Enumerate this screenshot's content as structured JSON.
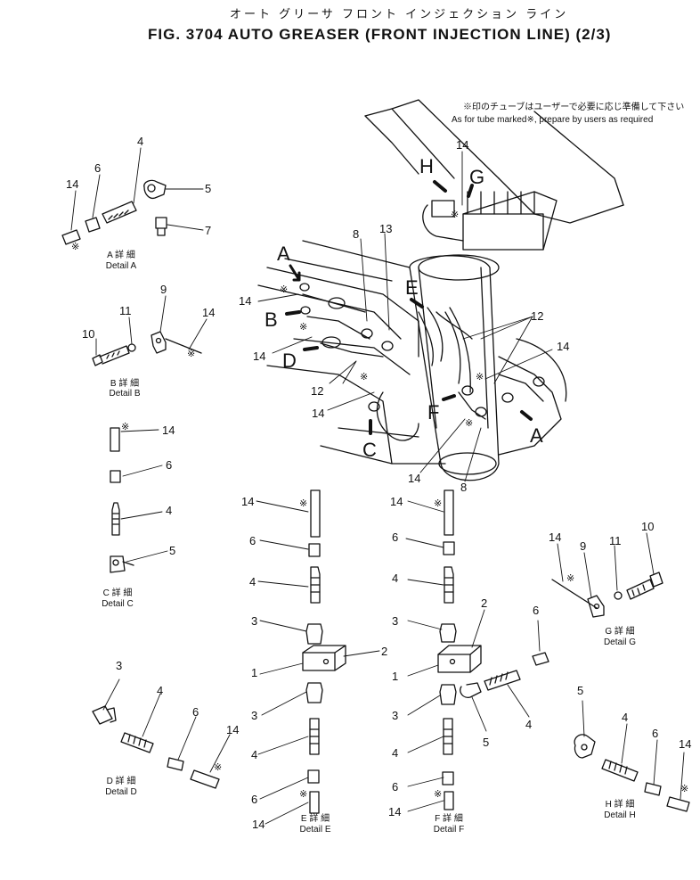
{
  "header": {
    "japanese_title": "オート グリーサ フロント インジェクション ライン",
    "title": "FIG. 3704  AUTO GREASER (FRONT INJECTION LINE) (2/3)"
  },
  "note": {
    "japanese": "※印のチューブはユーザーで必要に応じ準備して下さい",
    "english": "As for tube marked※, prepare by users as required"
  },
  "symbols": {
    "asterisk": "※"
  },
  "view_labels": [
    "A",
    "B",
    "C",
    "D",
    "E",
    "F",
    "G",
    "H",
    "A"
  ],
  "part_numbers": [
    "1",
    "2",
    "3",
    "4",
    "5",
    "6",
    "7",
    "8",
    "9",
    "10",
    "11",
    "12",
    "13",
    "14"
  ],
  "details": {
    "A": {
      "jp": "A 詳 細",
      "en": "Detail A"
    },
    "B": {
      "jp": "B 詳 細",
      "en": "Detail B"
    },
    "C": {
      "jp": "C 詳 細",
      "en": "Detail C"
    },
    "D": {
      "jp": "D 詳 細",
      "en": "Detail D"
    },
    "E": {
      "jp": "E 詳 細",
      "en": "Detail E"
    },
    "F": {
      "jp": "F 詳 細",
      "en": "Detail F"
    },
    "G": {
      "jp": "G 詳 細",
      "en": "Detail G"
    },
    "H": {
      "jp": "H 詳 細",
      "en": "Detail H"
    }
  },
  "colors": {
    "ink": "#111111",
    "paper": "#ffffff"
  }
}
